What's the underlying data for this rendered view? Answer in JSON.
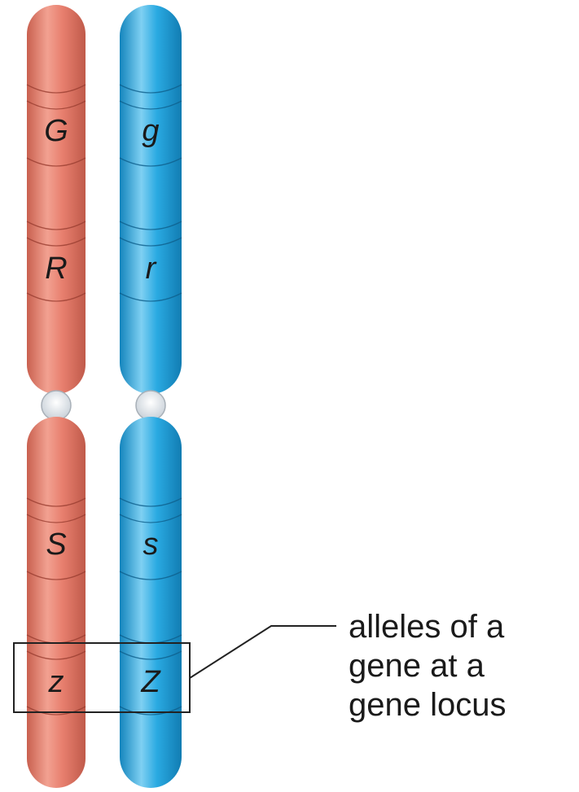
{
  "chromosomes": [
    {
      "alleles": {
        "G": "G",
        "R": "R",
        "S": "S",
        "z": "z"
      },
      "color": "#e8806f",
      "shade": "#c9604f",
      "highlight": "#f6b2a4"
    },
    {
      "alleles": {
        "g": "g",
        "r": "r",
        "s": "s",
        "Z": "Z"
      },
      "color": "#2aaae2",
      "shade": "#1485bd",
      "highlight": "#8fd6f4"
    }
  ],
  "callout": {
    "lines": [
      "alleles of a",
      "gene at a",
      "gene locus"
    ]
  },
  "colors": {
    "centromere": "#dde3ea",
    "box": "#222222",
    "band": "#9a3e31"
  }
}
